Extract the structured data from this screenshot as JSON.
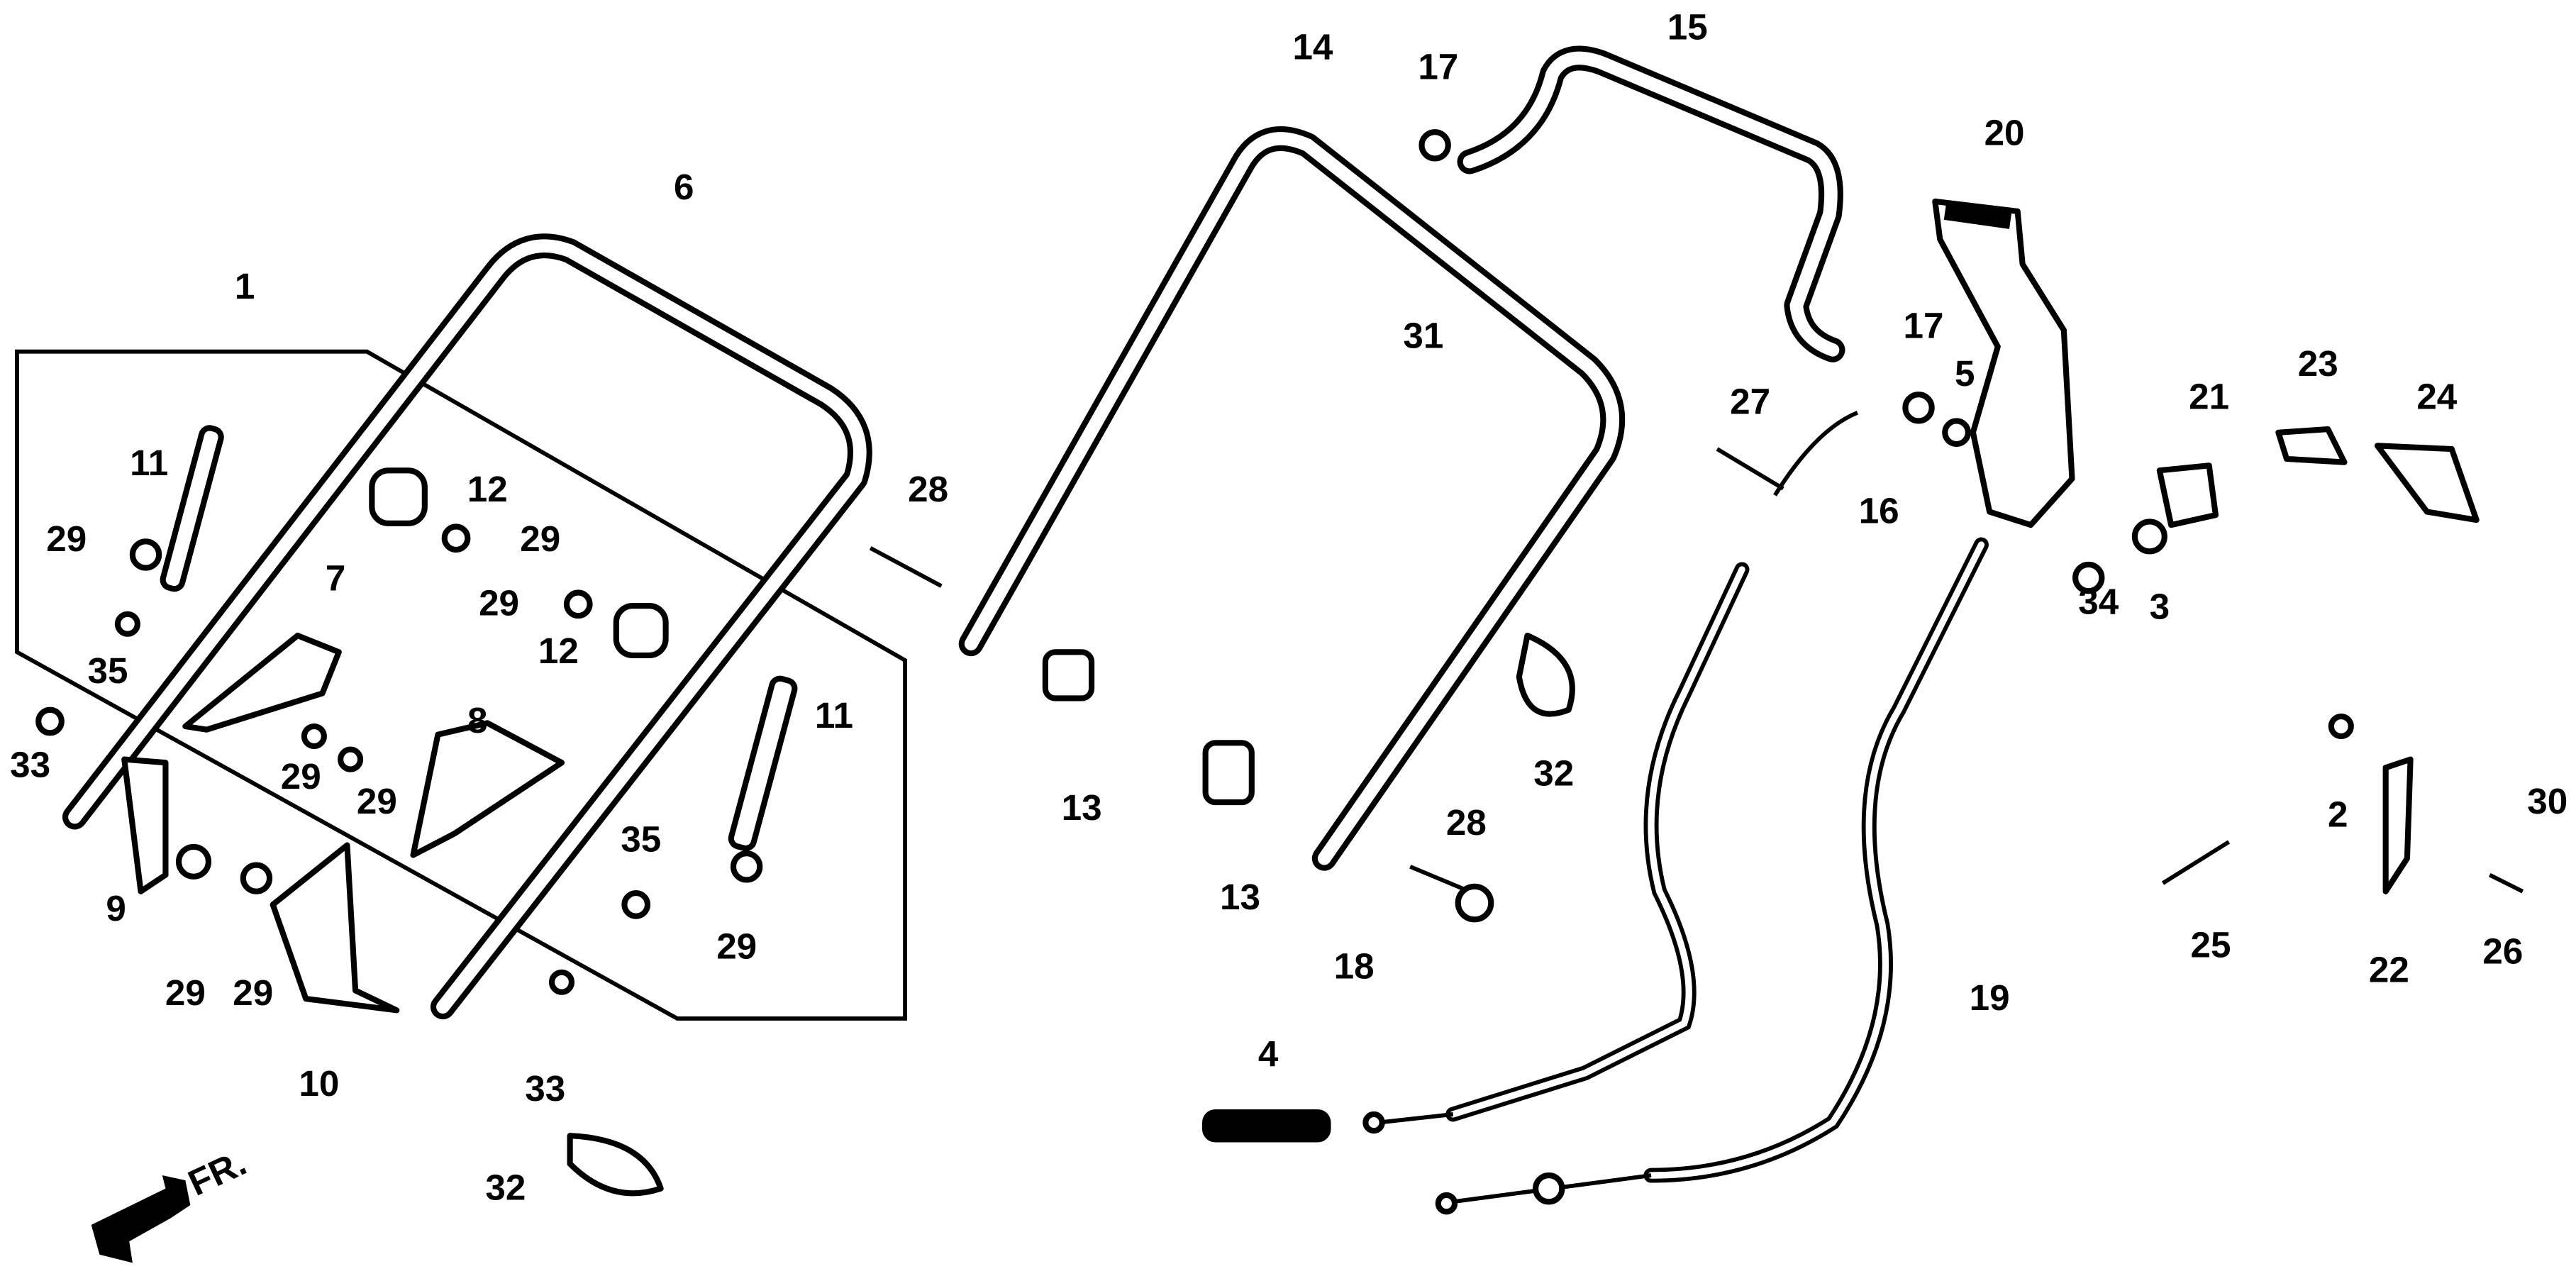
{
  "diagram": {
    "type": "exploded parts diagram",
    "direction_marker": "FR.",
    "callouts": [
      "1",
      "6",
      "11",
      "11",
      "12",
      "12",
      "29",
      "29",
      "29",
      "29",
      "29",
      "29",
      "29",
      "29",
      "7",
      "8",
      "35",
      "35",
      "33",
      "33",
      "9",
      "10",
      "28",
      "28",
      "13",
      "13",
      "14",
      "17",
      "17",
      "15",
      "31",
      "27",
      "16",
      "5",
      "20",
      "32",
      "32",
      "18",
      "4",
      "19",
      "21",
      "23",
      "24",
      "34",
      "3",
      "2",
      "22",
      "25",
      "26",
      "30"
    ]
  }
}
